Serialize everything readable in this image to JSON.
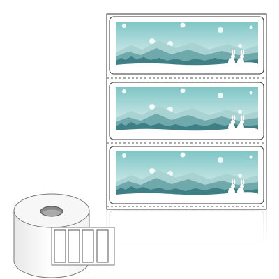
{
  "product": {
    "kind": "label-roll",
    "label_count_on_strip": 3,
    "label_count_on_roll_front": 4,
    "artwork": {
      "motif": "winter-landscape-with-two-rabbits",
      "colors": {
        "sky_top": "#7fc6c6",
        "sky_bottom": "#eef6f6",
        "far_mountains": "#a9d2d3",
        "mid_mountains": "#6fa9ac",
        "near_hills": "#3e7f86",
        "snow": "#ffffff",
        "outline": "#333333",
        "backing": "#ffffff"
      }
    }
  }
}
